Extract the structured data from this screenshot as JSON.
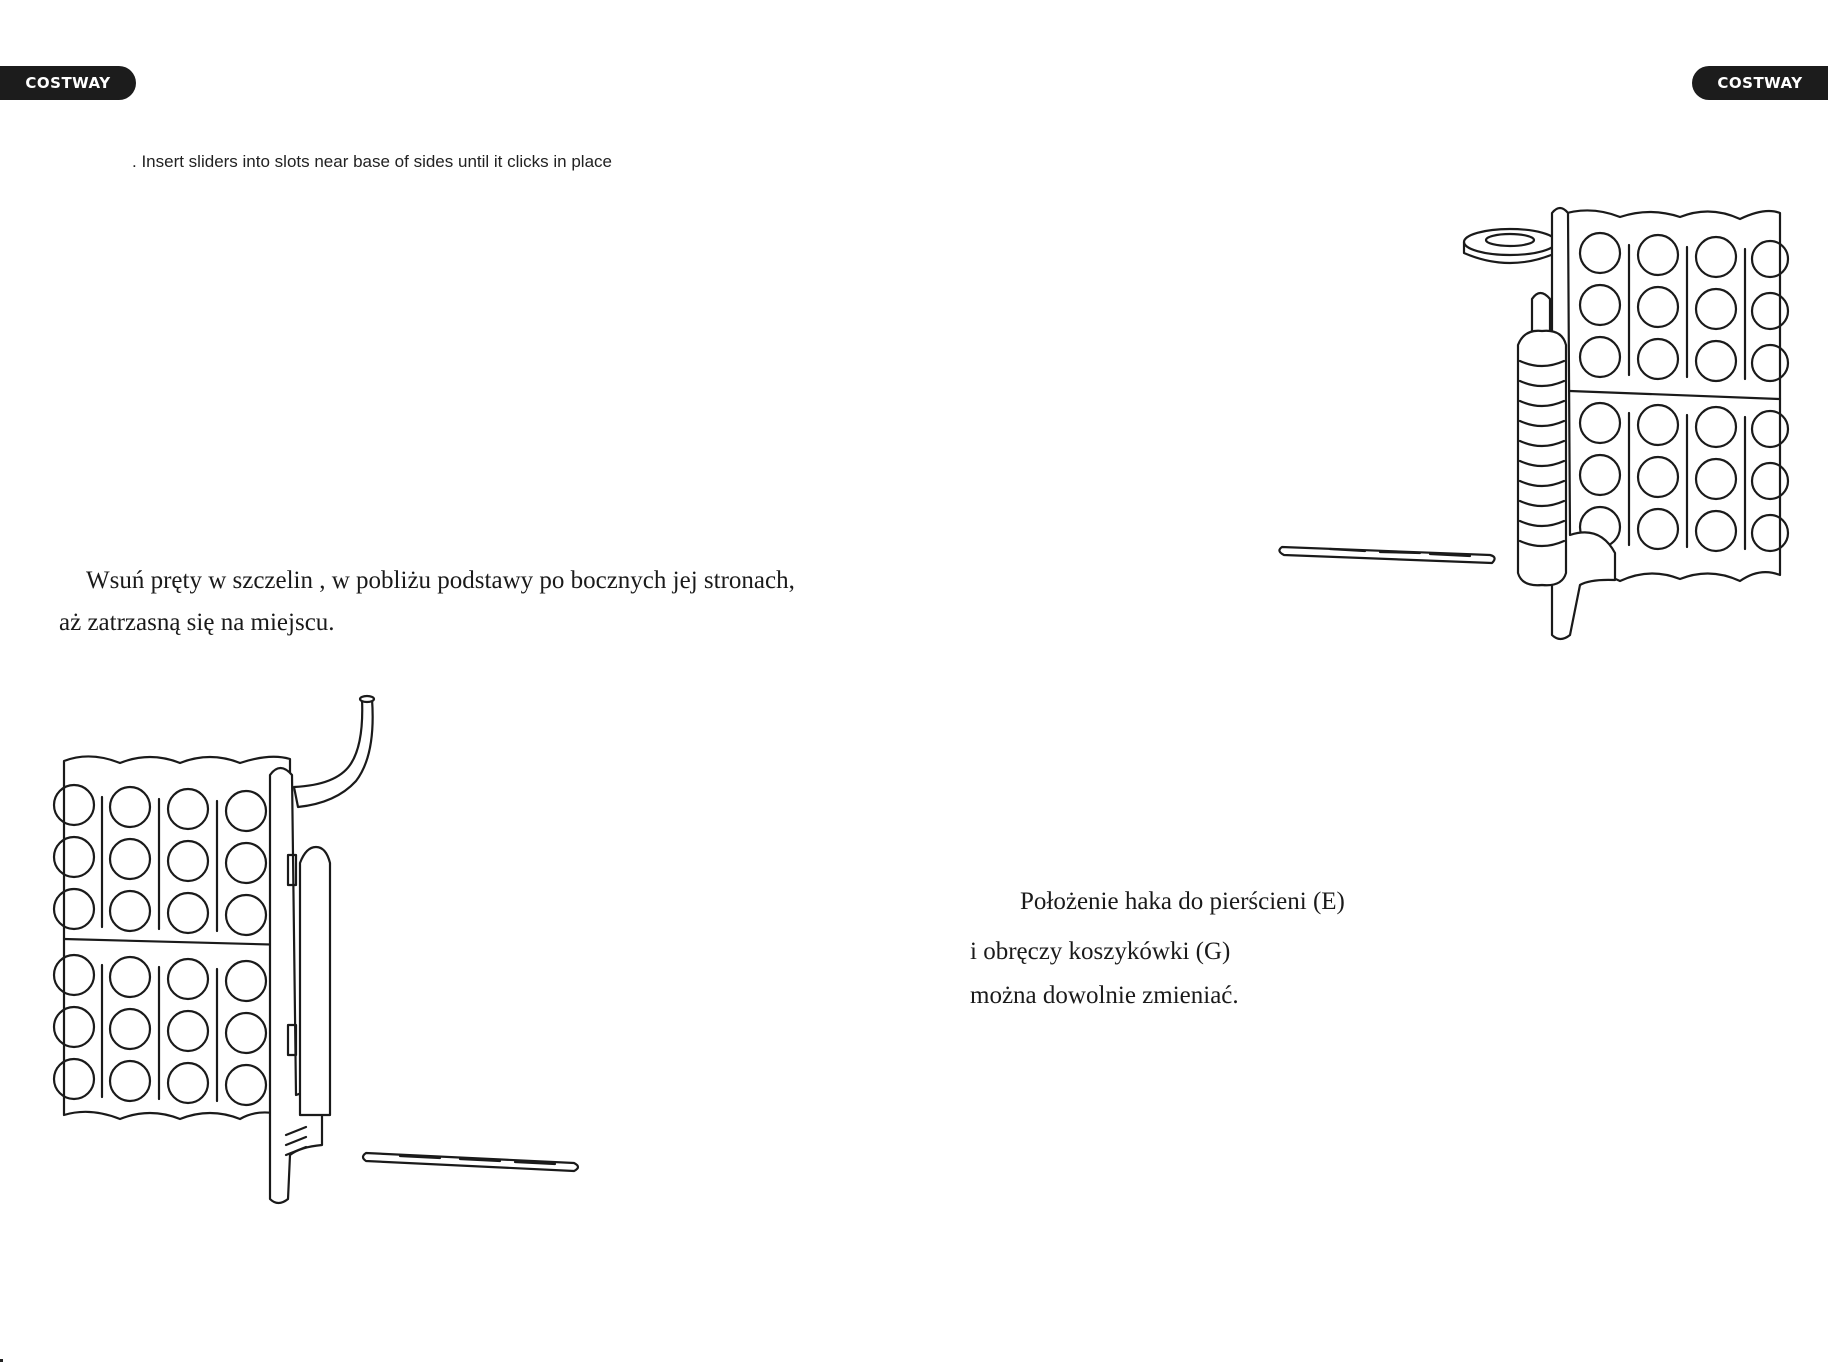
{
  "header": {
    "brand_left": "COSTWAY",
    "brand_right": "COSTWAY"
  },
  "step_instruction": {
    "english": ". Insert sliders into slots near base of sides until it clicks in place",
    "polish_line1": "Wsuń pręty w szczelin  , w pobliżu podstawy po bocznych jej stronach,",
    "polish_line2": "aż zatrzasną się na miejscu."
  },
  "note": {
    "line1": "Położenie haka do pierścieni (E)",
    "line2": "i obręczy koszykówki (G)",
    "line3": "można dowolnie zmieniać."
  },
  "illustrations": {
    "top_right": "ring-toss-panel-assembly-icon",
    "bottom_left": "basketball-hook-panel-assembly-icon"
  }
}
